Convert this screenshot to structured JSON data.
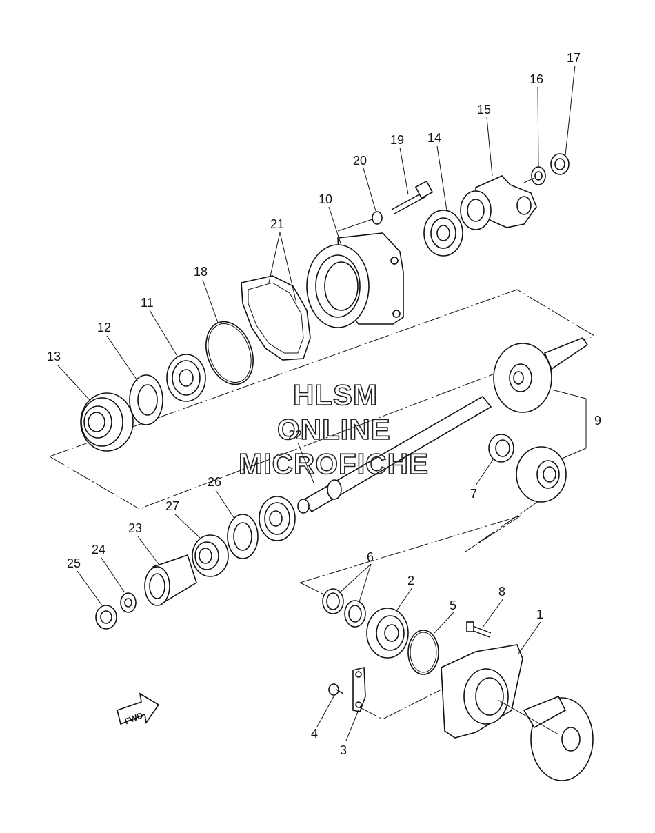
{
  "watermark": {
    "line1": "HLSM",
    "line2": "ONLINE",
    "line3": "MICROFICHE"
  },
  "direction_badge": "FWD",
  "callouts": [
    {
      "id": "c1",
      "text": "1"
    },
    {
      "id": "c2",
      "text": "2"
    },
    {
      "id": "c3",
      "text": "3"
    },
    {
      "id": "c4",
      "text": "4"
    },
    {
      "id": "c5",
      "text": "5"
    },
    {
      "id": "c6",
      "text": "6"
    },
    {
      "id": "c7",
      "text": "7"
    },
    {
      "id": "c8",
      "text": "8"
    },
    {
      "id": "c9",
      "text": "9"
    },
    {
      "id": "c10",
      "text": "10"
    },
    {
      "id": "c11",
      "text": "11"
    },
    {
      "id": "c12",
      "text": "12"
    },
    {
      "id": "c13",
      "text": "13"
    },
    {
      "id": "c14",
      "text": "14"
    },
    {
      "id": "c15",
      "text": "15"
    },
    {
      "id": "c16",
      "text": "16"
    },
    {
      "id": "c17",
      "text": "17"
    },
    {
      "id": "c18",
      "text": "18"
    },
    {
      "id": "c19",
      "text": "19"
    },
    {
      "id": "c20",
      "text": "20"
    },
    {
      "id": "c21",
      "text": "21"
    },
    {
      "id": "c22",
      "text": "22"
    },
    {
      "id": "c23",
      "text": "23"
    },
    {
      "id": "c24",
      "text": "24"
    },
    {
      "id": "c25",
      "text": "25"
    },
    {
      "id": "c26",
      "text": "26"
    },
    {
      "id": "c27",
      "text": "27"
    }
  ]
}
